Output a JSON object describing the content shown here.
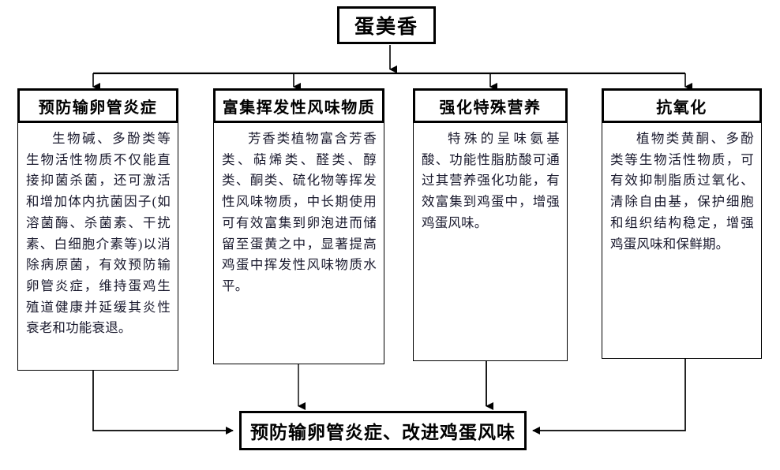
{
  "diagram": {
    "title": "蛋美香",
    "root": {
      "label": "蛋美香"
    },
    "columns": [
      {
        "header": "预防输卵管炎症",
        "body": "生物碱、多酚类等生物活性物质不仅能直接抑菌杀菌，还可激活和增加体内抗菌因子(如溶菌酶、杀菌素、干扰素、白细胞介素等)以消除病原菌，有效预防输卵管炎症，维持蛋鸡生殖道健康并延缓其炎性衰老和功能衰退。"
      },
      {
        "header": "富集挥发性风味物质",
        "body": "芳香类植物富含芳香类、萜烯类、醛类、醇类、酮类、硫化物等挥发性风味物质，中长期使用可有效富集到卵泡进而储留至蛋黄之中，显著提高鸡蛋中挥发性风味物质水平。"
      },
      {
        "header": "强化特殊营养",
        "body": "特殊的呈味氨基酸、功能性脂肪酸可通过其营养强化功能，有效富集到鸡蛋中，增强鸡蛋风味。"
      },
      {
        "header": "抗氧化",
        "body": "植物类黄酮、多酚类等生物活性物质，可有效抑制脂质过氧化、清除自由基，保护细胞和组织结构稳定，增强鸡蛋风味和保鲜期。"
      }
    ],
    "result": {
      "label": "预防输卵管炎症、改进鸡蛋风味"
    },
    "colors": {
      "line": "#000000",
      "box_border": "#000000",
      "body_text": "#1a1a2e",
      "background": "#ffffff"
    }
  }
}
